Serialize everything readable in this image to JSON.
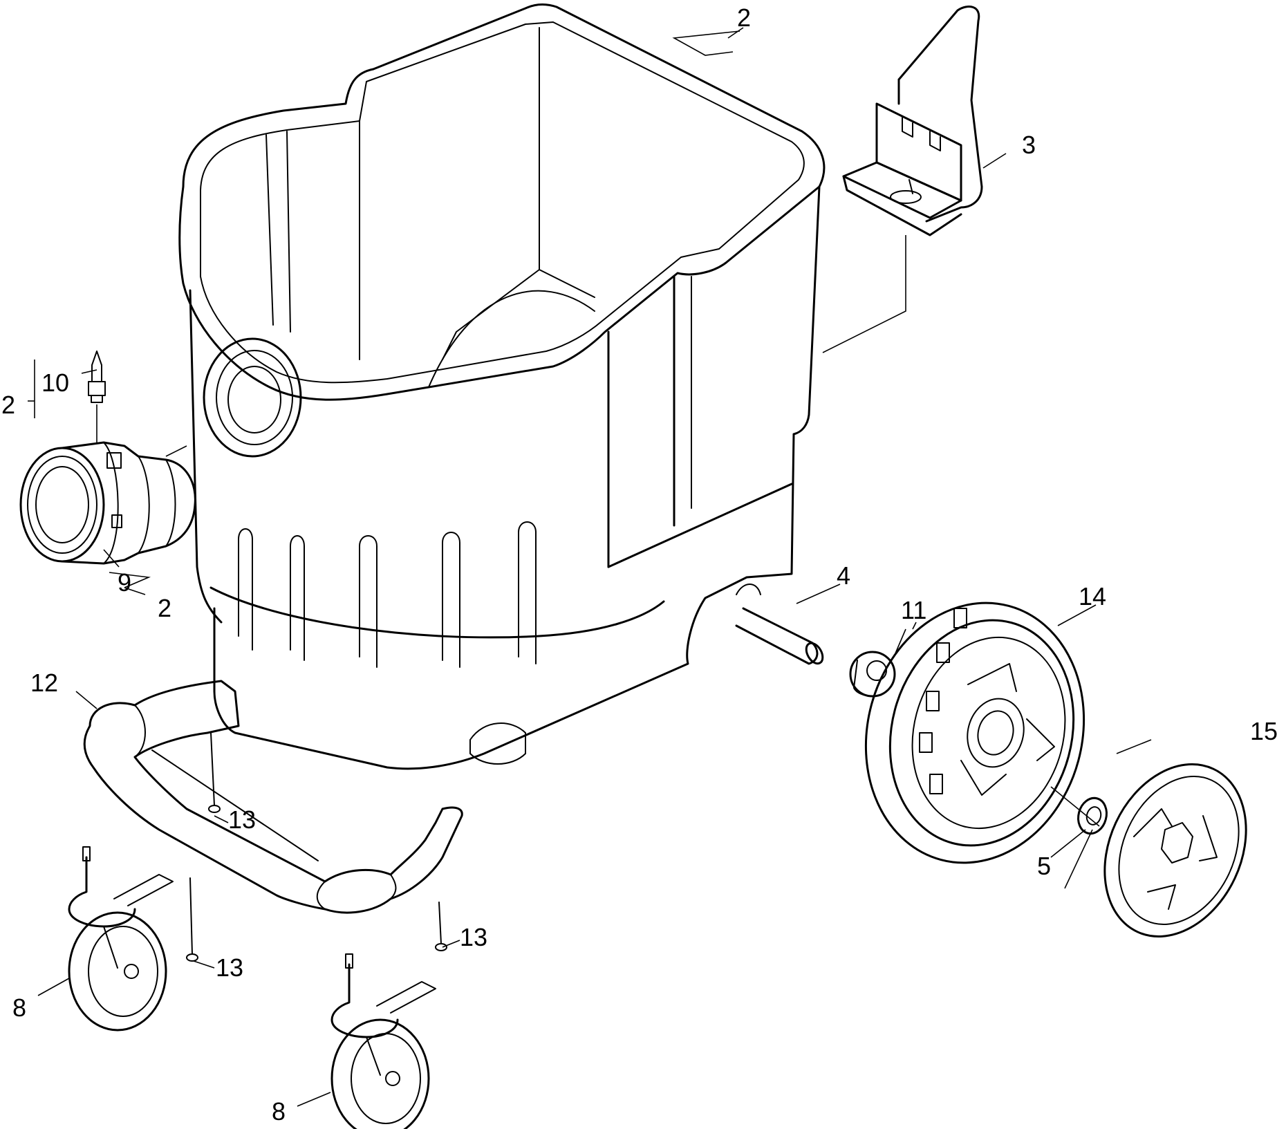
{
  "callouts": {
    "c2_top": "2",
    "c3": "3",
    "c2_left": "2",
    "c10": "10",
    "c9": "9",
    "c2_bottom": "2",
    "c4": "4",
    "c11": "11",
    "c14": "14",
    "c15": "15",
    "c5": "5",
    "c12": "12",
    "c13_upper": "13",
    "c13_lower": "13",
    "c13_right": "13",
    "c8_left": "8",
    "c8_bottom": "8"
  },
  "colors": {
    "line": "#000000",
    "background": "#ffffff"
  }
}
